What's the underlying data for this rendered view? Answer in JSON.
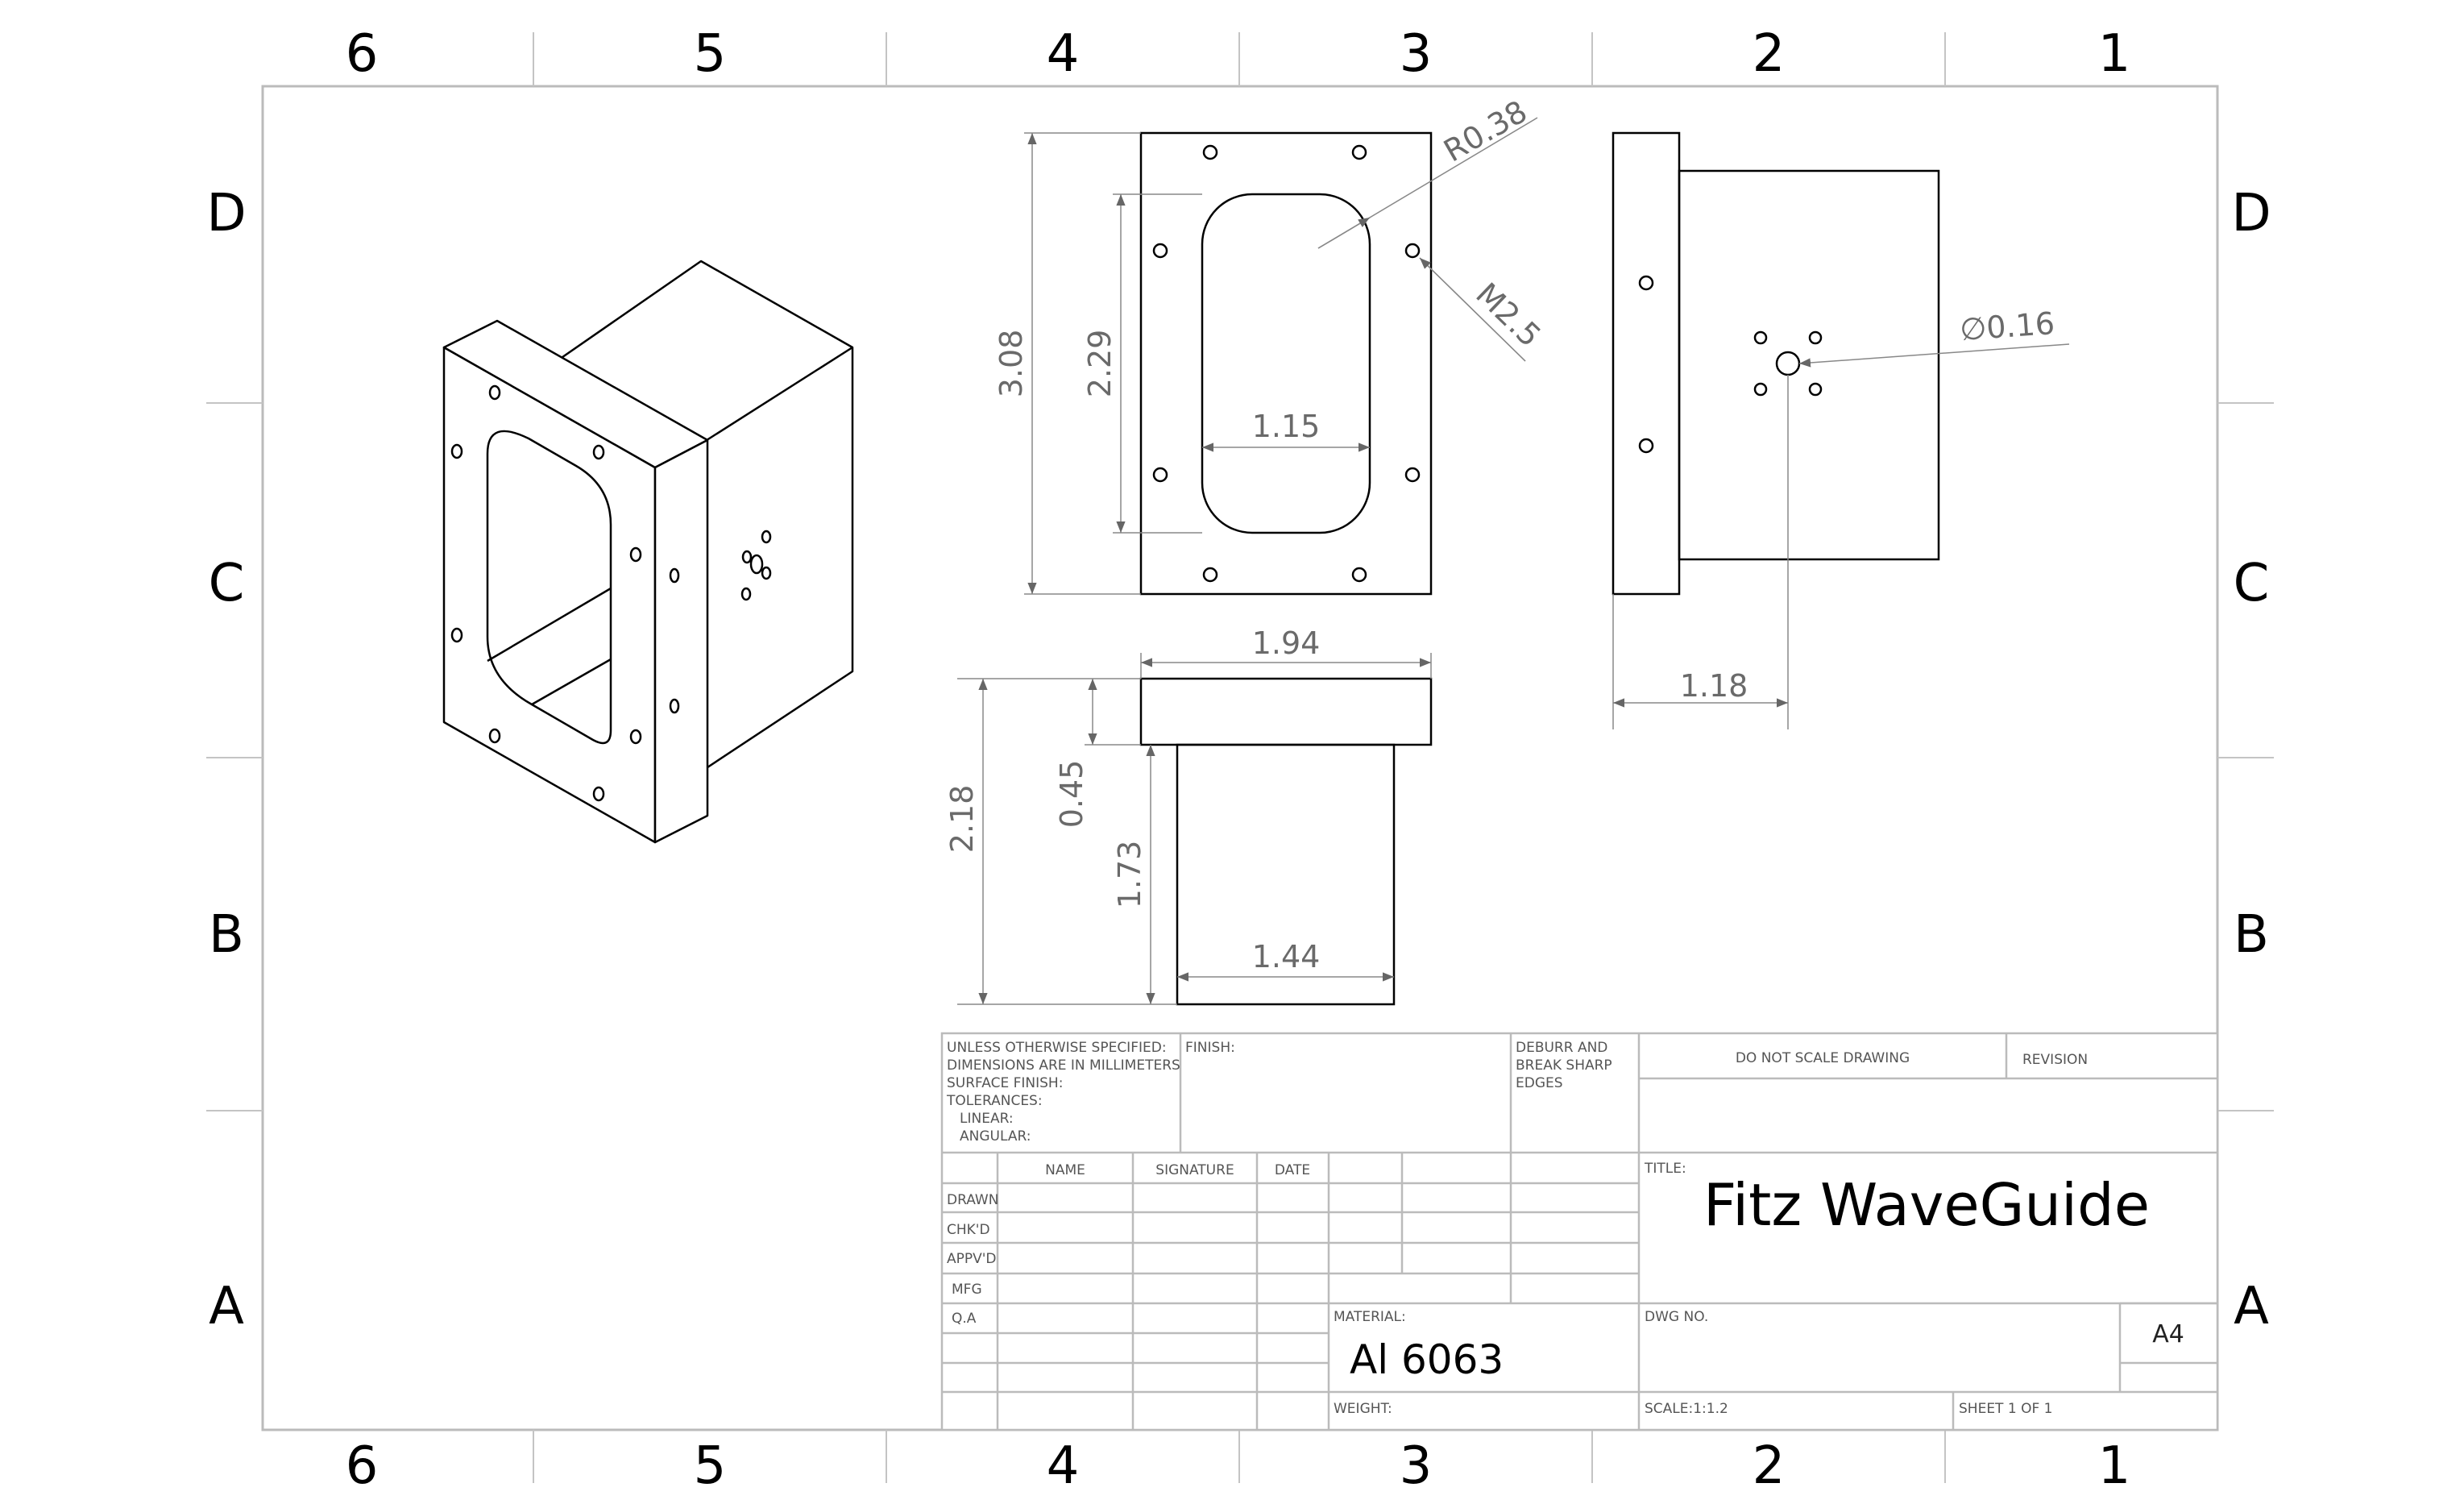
{
  "zones": {
    "columns": [
      "6",
      "5",
      "4",
      "3",
      "2",
      "1"
    ],
    "rows": [
      "D",
      "C",
      "B",
      "A"
    ]
  },
  "dimensions": {
    "front_height_overall": "3.08",
    "front_height_inner": "2.29",
    "front_slot_width": "1.15",
    "corner_radius": "R0.38",
    "thread": "M2.5",
    "hole_diameter": "∅0.16",
    "side_offset": "1.18",
    "top_width": "1.94",
    "top_height_overall": "2.18",
    "flange_thickness": "0.45",
    "body_length": "1.73",
    "body_width": "1.44"
  },
  "title_block": {
    "notes": [
      "UNLESS OTHERWISE SPECIFIED:",
      "DIMENSIONS ARE IN MILLIMETERS",
      "SURFACE FINISH:",
      "TOLERANCES:",
      "   LINEAR:",
      "   ANGULAR:"
    ],
    "finish": "FINISH:",
    "deburr": [
      "DEBURR AND",
      "BREAK SHARP",
      "EDGES"
    ],
    "do_not_scale": "DO NOT SCALE DRAWING",
    "revision": "REVISION",
    "col_name": "NAME",
    "col_signature": "SIGNATURE",
    "col_date": "DATE",
    "row_labels": [
      "DRAWN",
      "CHK'D",
      "APPV'D",
      "MFG",
      "Q.A"
    ],
    "title_label": "TITLE:",
    "title": "Fitz WaveGuide",
    "material_label": "MATERIAL:",
    "material": "Al 6063",
    "dwg_no_label": "DWG NO.",
    "size": "A4",
    "weight_label": "WEIGHT:",
    "scale": "SCALE:1:1.2",
    "sheet": "SHEET 1 OF 1"
  }
}
